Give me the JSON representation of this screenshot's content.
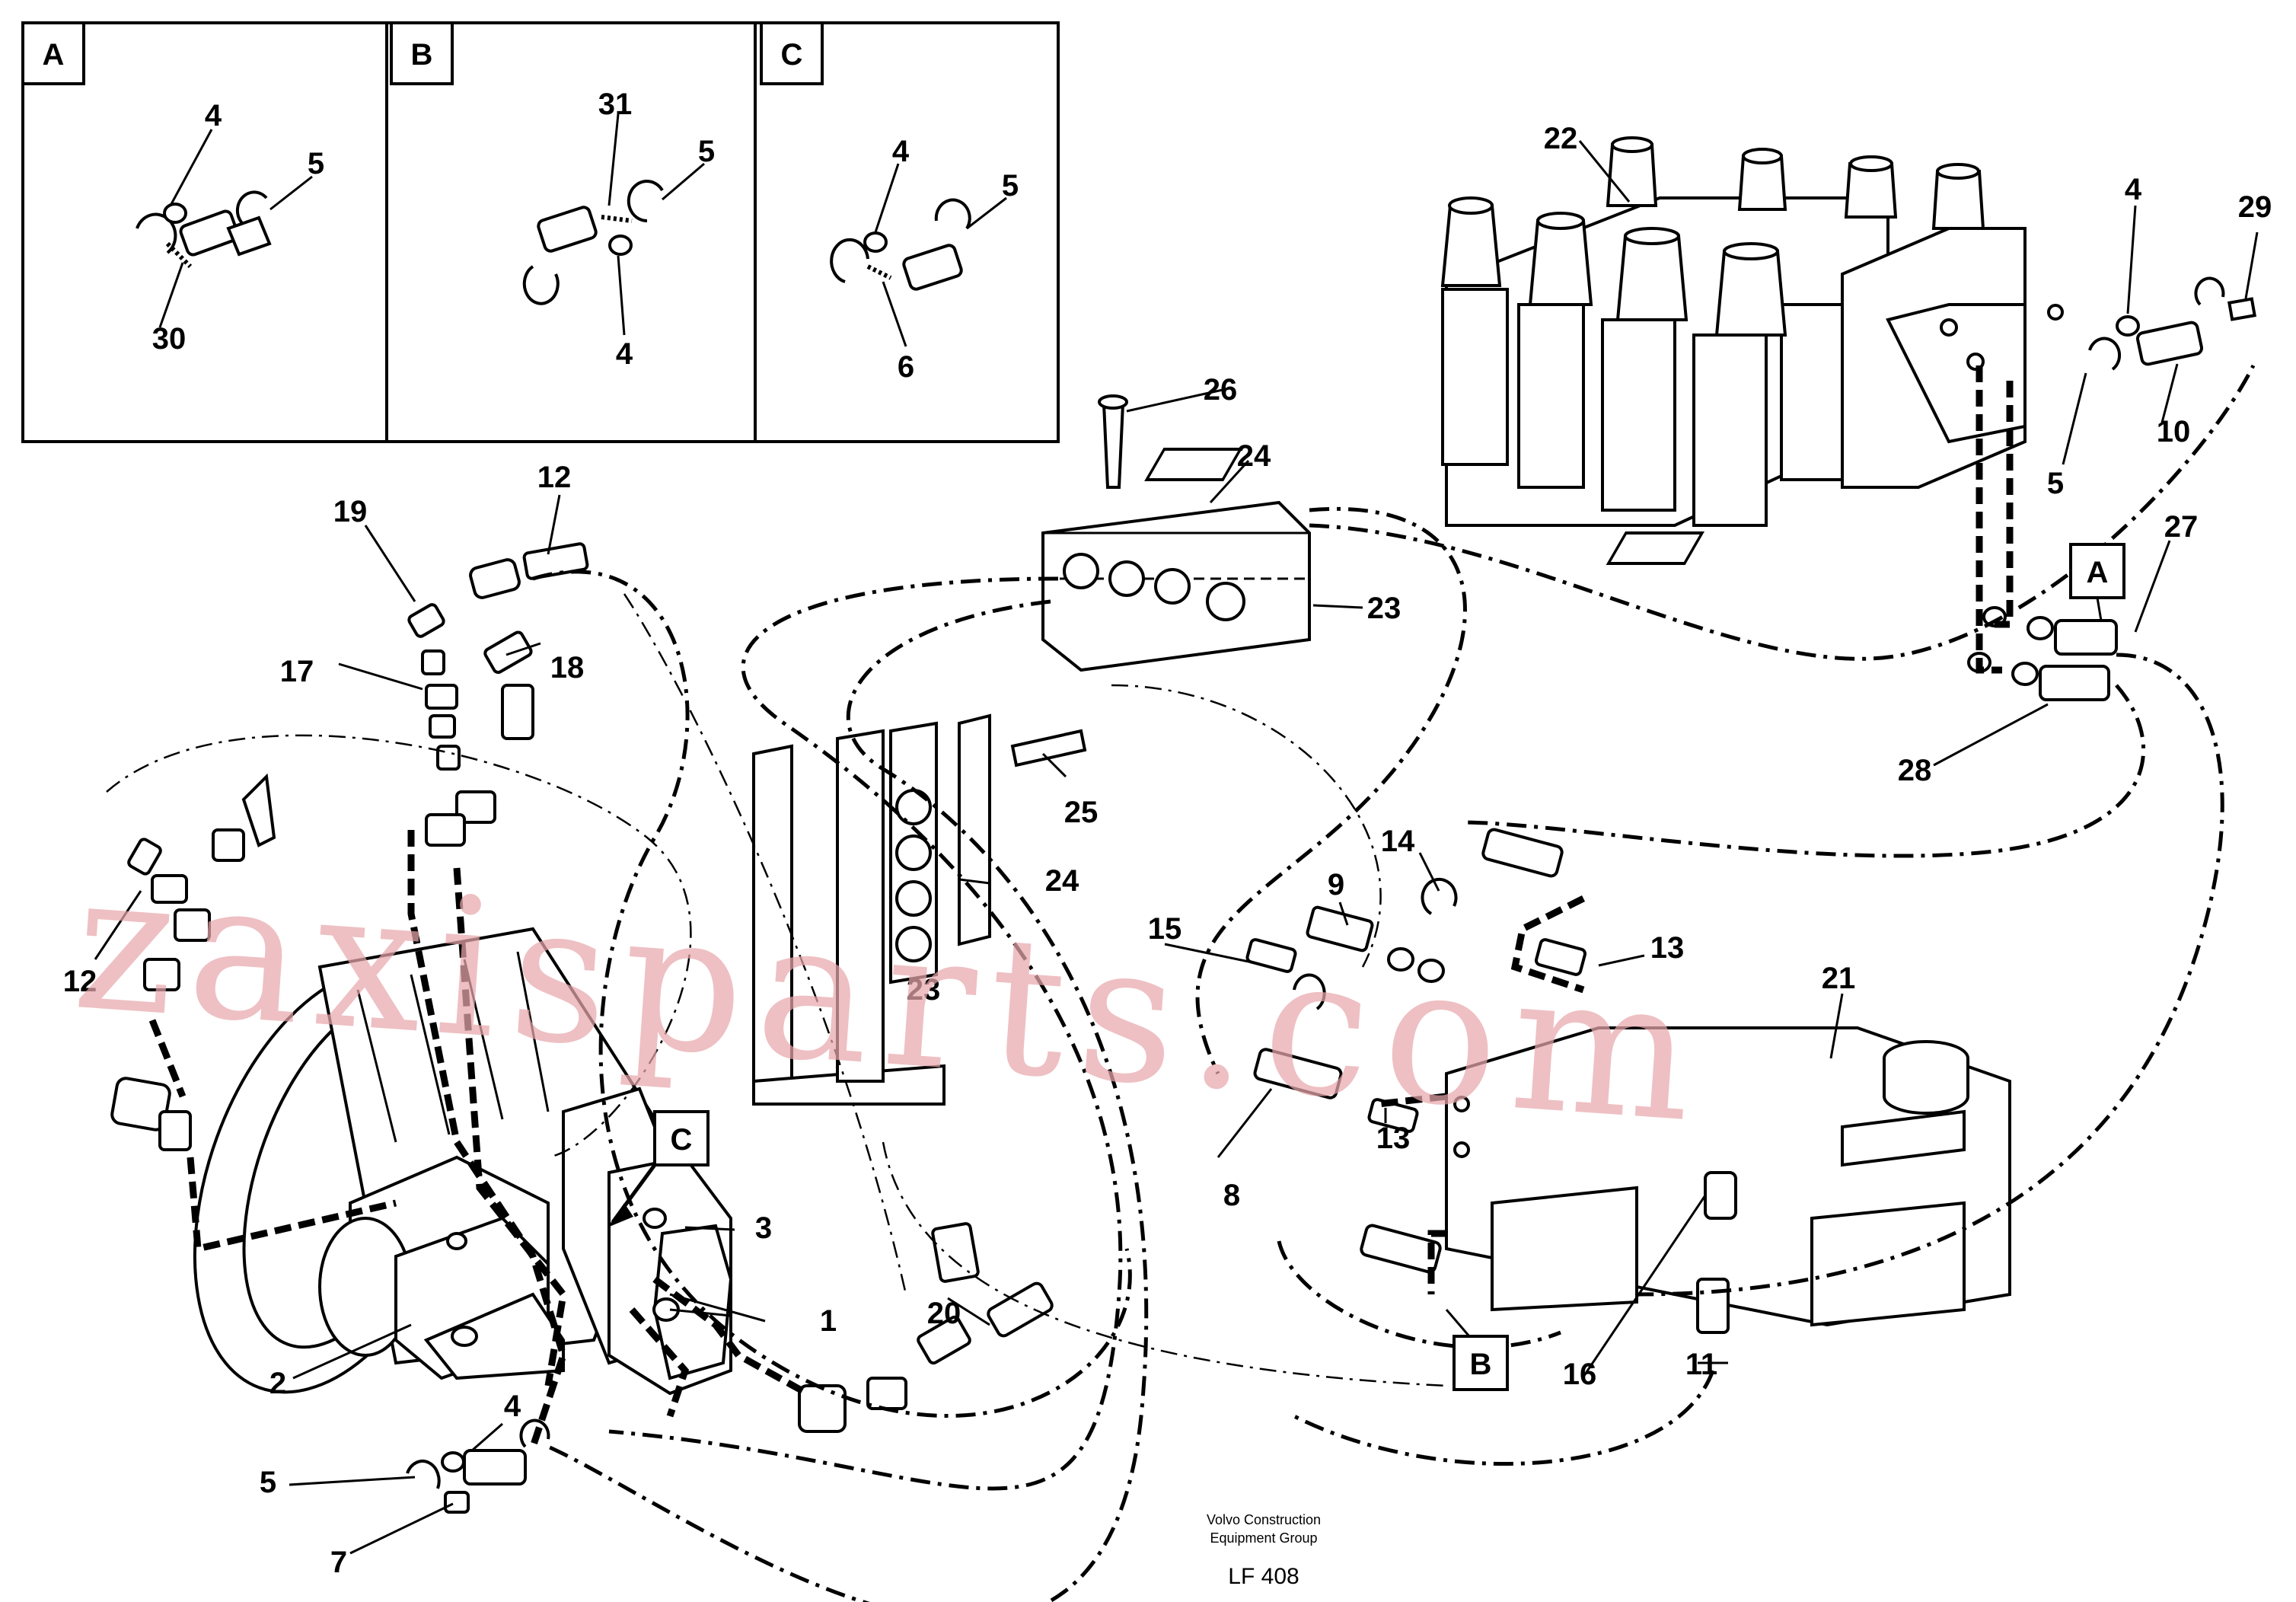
{
  "detail_panels": [
    {
      "letter": "A",
      "labels": [
        "4",
        "5",
        "30"
      ]
    },
    {
      "letter": "B",
      "labels": [
        "31",
        "5",
        "4"
      ]
    },
    {
      "letter": "C",
      "labels": [
        "4",
        "5",
        "6"
      ]
    }
  ],
  "view_tags": [
    "A",
    "B",
    "C"
  ],
  "callouts": [
    "1",
    "2",
    "3",
    "4",
    "5",
    "6",
    "7",
    "8",
    "9",
    "10",
    "11",
    "12",
    "12",
    "13",
    "13",
    "14",
    "15",
    "16",
    "17",
    "18",
    "19",
    "20",
    "21",
    "22",
    "23",
    "23",
    "24",
    "24",
    "25",
    "26",
    "27",
    "28",
    "29",
    "4",
    "5",
    "5"
  ],
  "footer": {
    "line1": "Volvo Construction",
    "line2": "Equipment Group",
    "code": "LF 408"
  },
  "watermark": "zaxisparts.com"
}
